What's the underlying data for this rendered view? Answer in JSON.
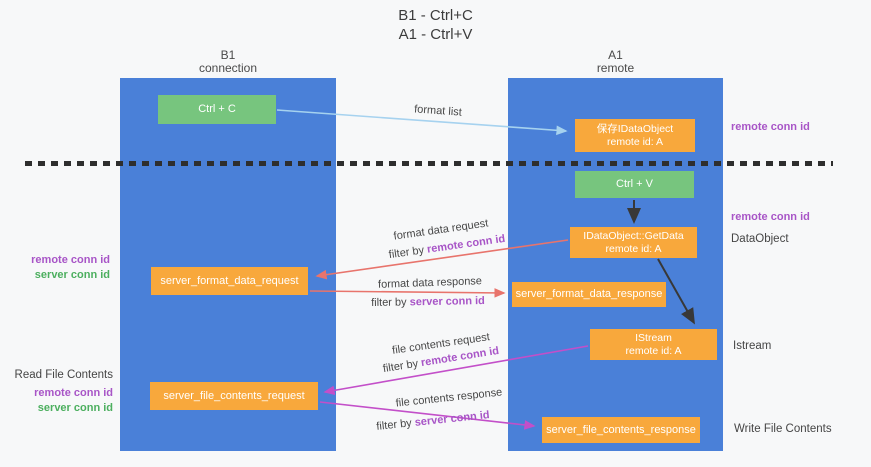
{
  "title": {
    "line1": "B1 - Ctrl+C",
    "line2": "A1 - Ctrl+V"
  },
  "columns": {
    "left": {
      "name": "B1",
      "role": "connection"
    },
    "right": {
      "name": "A1",
      "role": "remote"
    }
  },
  "nodes": {
    "ctrl_c": {
      "label": "Ctrl + C"
    },
    "save_dataobject": {
      "line1": "保存IDataObject",
      "line2": "remote id: A"
    },
    "ctrl_v": {
      "label": "Ctrl + V"
    },
    "getdata": {
      "line1": "IDataObject::GetData",
      "line2": "remote id: A"
    },
    "format_request": {
      "label": "server_format_data_request"
    },
    "format_response": {
      "label": "server_format_data_response"
    },
    "istream": {
      "line1": "IStream",
      "line2": "remote id: A"
    },
    "file_request": {
      "label": "server_file_contents_request"
    },
    "file_response": {
      "label": "server_file_contents_response"
    }
  },
  "flow_labels": {
    "format_list": "format list",
    "format_data_request": "format data request",
    "format_data_response": "format data response",
    "file_contents_request": "file contents request",
    "file_contents_response": "file contents response",
    "filter_by": "filter by",
    "remote_conn_id": "remote conn id",
    "server_conn_id": "server conn id"
  },
  "side_labels": {
    "remote_conn_id_top_right": "remote conn id",
    "remote_conn_id_mid_right": "remote conn id",
    "dataobject": "DataObject",
    "istream": "Istream",
    "write_file_contents": "Write File Contents",
    "read_file_contents": "Read File Contents",
    "remote_conn_id_left": "remote conn id",
    "server_conn_id_left": "server conn id",
    "remote_conn_id_bottom_left": "remote conn id",
    "server_conn_id_bottom_left": "server conn id"
  },
  "colors": {
    "column_blue": "#4a80d8",
    "box_green": "#77c57e",
    "box_orange": "#f8a83c",
    "label_purple": "#a855c7",
    "label_green": "#4caf5f",
    "arrow_red": "#e8746c",
    "arrow_magenta": "#c34fc9",
    "arrow_light_blue": "#a6d2ef",
    "arrow_black": "#383838",
    "background": "#f7f8f9"
  }
}
